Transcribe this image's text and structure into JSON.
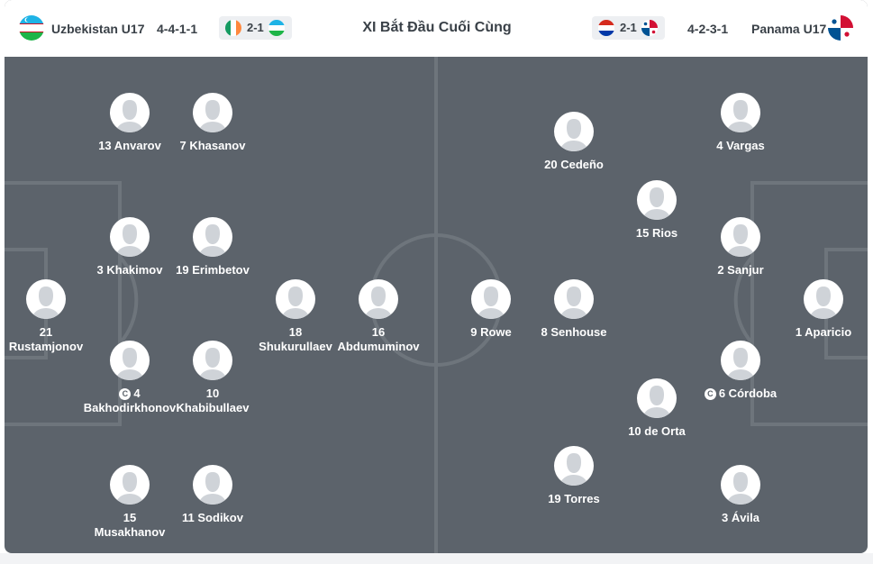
{
  "header": {
    "title": "XI Bắt Đầu Cuối Cùng",
    "home": {
      "name": "Uzbekistan U17",
      "formation": "4-4-1-1",
      "last_result": "2-1",
      "last_result_flags": [
        "ireland-flag-icon",
        "uzbekistan-flag-icon"
      ]
    },
    "away": {
      "name": "Panama U17",
      "formation": "4-2-3-1",
      "last_result": "2-1",
      "last_result_flags": [
        "paraguay-flag-icon",
        "panama-flag-icon"
      ]
    }
  },
  "captain_badge": "C",
  "home_players": [
    {
      "line1": "13 Anvarov",
      "line2": ""
    },
    {
      "line1": "7 Khasanov",
      "line2": ""
    },
    {
      "line1": "3 Khakimov",
      "line2": ""
    },
    {
      "line1": "19 Erimbetov",
      "line2": ""
    },
    {
      "line1": "21",
      "line2": "Rustamjonov"
    },
    {
      "line1": "18",
      "line2": "Shukurullaev"
    },
    {
      "line1": "16",
      "line2": "Abdumuminov"
    },
    {
      "line1": "4",
      "line2": "Bakhodirkhonov",
      "captain": true
    },
    {
      "line1": "10",
      "line2": "Khabibullaev"
    },
    {
      "line1": "15",
      "line2": "Musakhanov"
    },
    {
      "line1": "11 Sodikov",
      "line2": ""
    }
  ],
  "away_players": [
    {
      "line1": "20 Cedeño",
      "line2": ""
    },
    {
      "line1": "4 Vargas",
      "line2": ""
    },
    {
      "line1": "15 Rios",
      "line2": ""
    },
    {
      "line1": "2 Sanjur",
      "line2": ""
    },
    {
      "line1": "9 Rowe",
      "line2": ""
    },
    {
      "line1": "8 Senhouse",
      "line2": ""
    },
    {
      "line1": "1 Aparicio",
      "line2": ""
    },
    {
      "line1": "6 Córdoba",
      "line2": "",
      "captain": true
    },
    {
      "line1": "10 de Orta",
      "line2": ""
    },
    {
      "line1": "19 Torres",
      "line2": ""
    },
    {
      "line1": "3 Ávila",
      "line2": ""
    }
  ],
  "colors": {
    "pitch": "#5c636b",
    "lines": "#6e757c",
    "header_text": "#3a4148"
  }
}
